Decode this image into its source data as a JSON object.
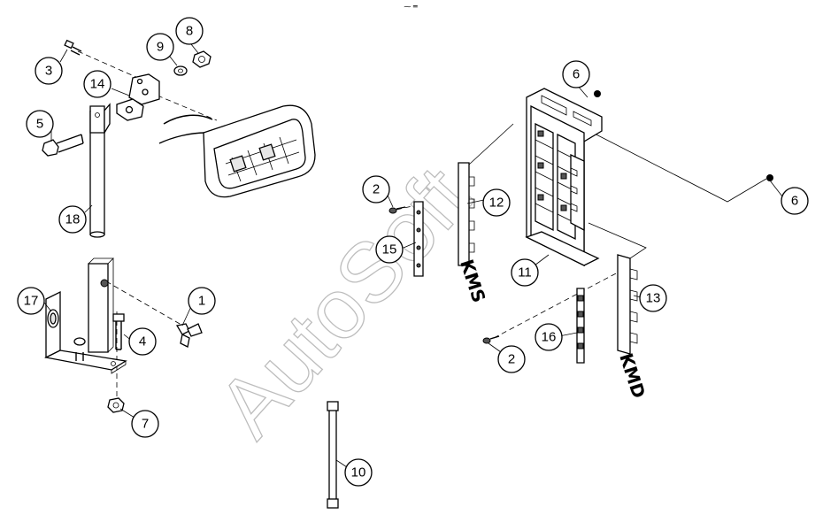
{
  "header": {
    "glyph": "⁓ ═"
  },
  "watermark": {
    "text": "AutoSoft"
  },
  "callouts": [
    {
      "id": "c1",
      "label": "1"
    },
    {
      "id": "c2a",
      "label": "2"
    },
    {
      "id": "c2b",
      "label": "2"
    },
    {
      "id": "c3",
      "label": "3"
    },
    {
      "id": "c4",
      "label": "4"
    },
    {
      "id": "c5",
      "label": "5"
    },
    {
      "id": "c6a",
      "label": "6"
    },
    {
      "id": "c6b",
      "label": "6"
    },
    {
      "id": "c7",
      "label": "7"
    },
    {
      "id": "c8",
      "label": "8"
    },
    {
      "id": "c9",
      "label": "9"
    },
    {
      "id": "c10",
      "label": "10"
    },
    {
      "id": "c11",
      "label": "11"
    },
    {
      "id": "c12",
      "label": "12"
    },
    {
      "id": "c13",
      "label": "13"
    },
    {
      "id": "c14",
      "label": "14"
    },
    {
      "id": "c15",
      "label": "15"
    },
    {
      "id": "c16",
      "label": "16"
    },
    {
      "id": "c17",
      "label": "17"
    },
    {
      "id": "c18",
      "label": "18"
    }
  ],
  "codes": {
    "kms": "KMS",
    "kmd": "KMD"
  }
}
